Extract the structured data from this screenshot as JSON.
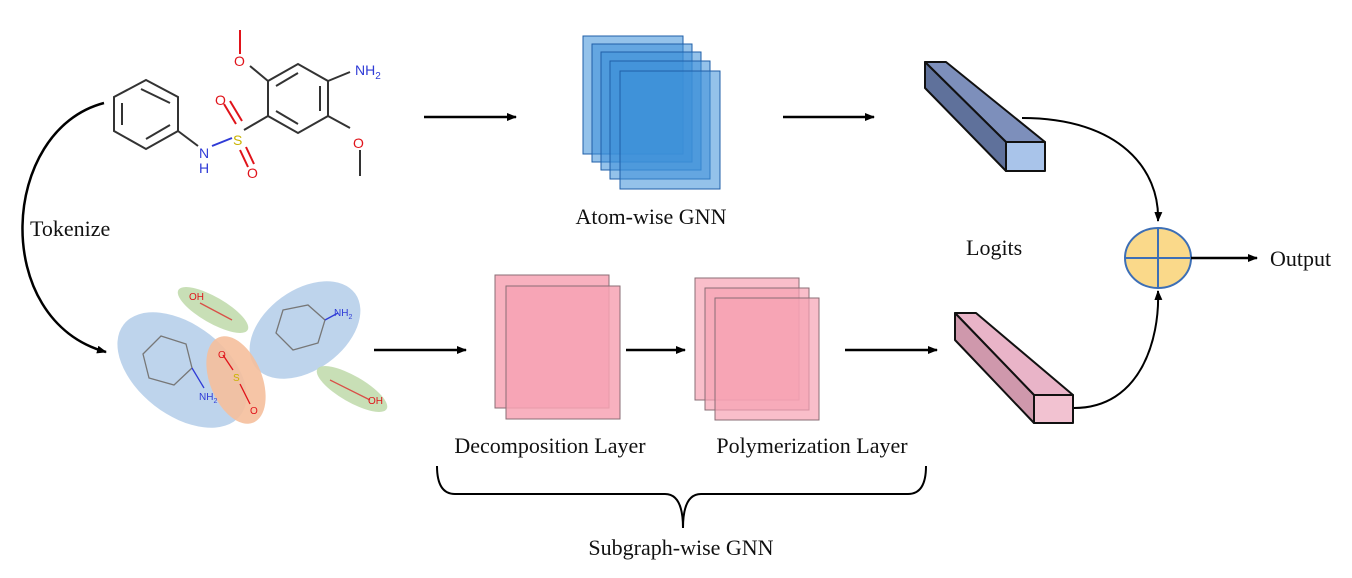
{
  "labels": {
    "tokenize": "Tokenize",
    "atom_gnn": "Atom-wise GNN",
    "logits": "Logits",
    "output": "Output",
    "decomposition": "Decomposition Layer",
    "polymerization": "Polymerization Layer",
    "subgraph_gnn": "Subgraph-wise GNN"
  },
  "molecule_atoms": {
    "nh2": "NH",
    "nh2_sub": "2",
    "nh": "N",
    "h": "H",
    "s": "S",
    "o": "O"
  },
  "fragment_atoms": {
    "nh2": "NH",
    "nh2_sub": "2",
    "oh": "OH",
    "s": "S",
    "o": "O"
  },
  "colors": {
    "blue_layer": "#3d8fd9",
    "pink_layer": "#f7a3b4",
    "atom_logits": "#6f80aa",
    "subgraph_logits": "#e9b4c8",
    "sum_node": "#fad98a",
    "sum_node_stroke": "#3d6fb6",
    "frag_blue": "#b3cde9",
    "frag_orange": "#f5bf9c",
    "frag_green": "#c2dcae",
    "nitrogen": "#2f3bd6",
    "oxygen": "#e0131a",
    "sulfur": "#c9b300"
  }
}
